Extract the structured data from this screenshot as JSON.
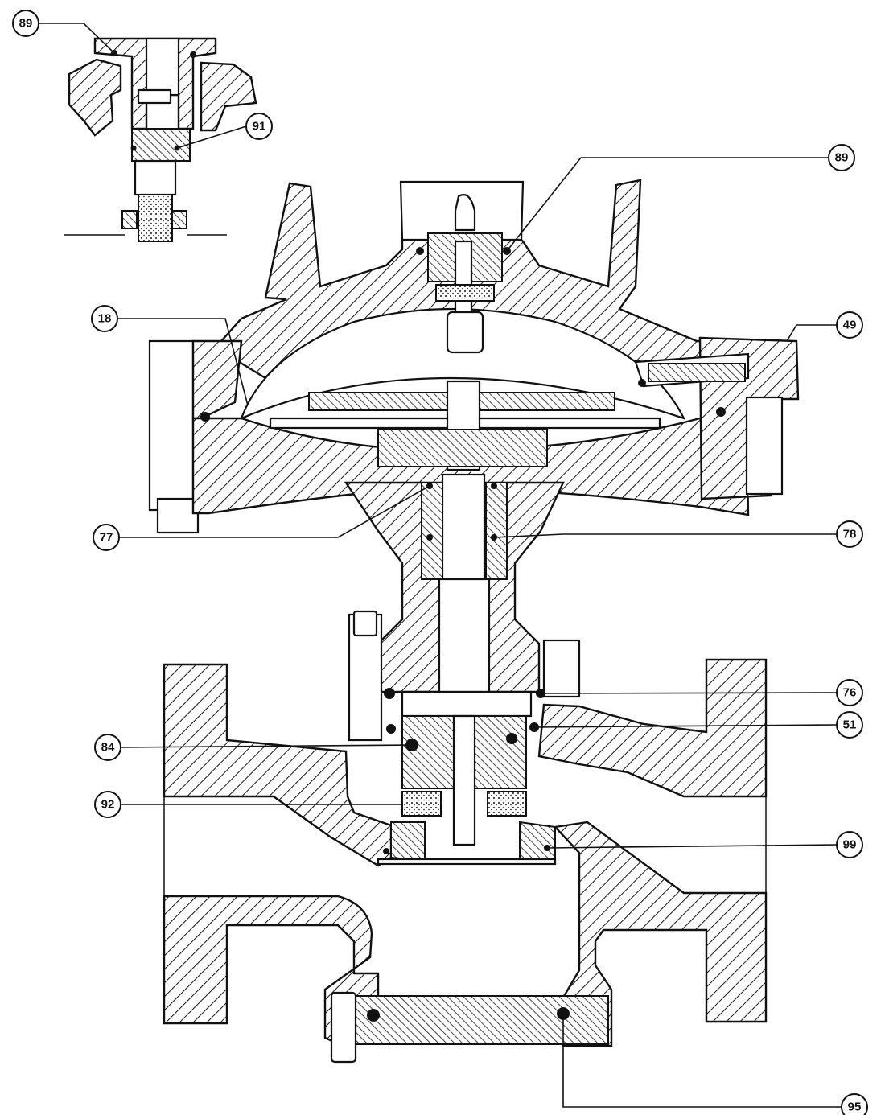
{
  "callouts": [
    {
      "id": "c-89-top",
      "label": "89"
    },
    {
      "id": "c-91",
      "label": "91"
    },
    {
      "id": "c-89",
      "label": "89"
    },
    {
      "id": "c-18",
      "label": "18"
    },
    {
      "id": "c-49",
      "label": "49"
    },
    {
      "id": "c-77",
      "label": "77"
    },
    {
      "id": "c-78",
      "label": "78"
    },
    {
      "id": "c-76",
      "label": "76"
    },
    {
      "id": "c-51",
      "label": "51"
    },
    {
      "id": "c-84",
      "label": "84"
    },
    {
      "id": "c-92",
      "label": "92"
    },
    {
      "id": "c-99",
      "label": "99"
    },
    {
      "id": "c-95",
      "label": "95"
    }
  ],
  "colors": {
    "ink": "#111111",
    "paper": "#ffffff"
  }
}
